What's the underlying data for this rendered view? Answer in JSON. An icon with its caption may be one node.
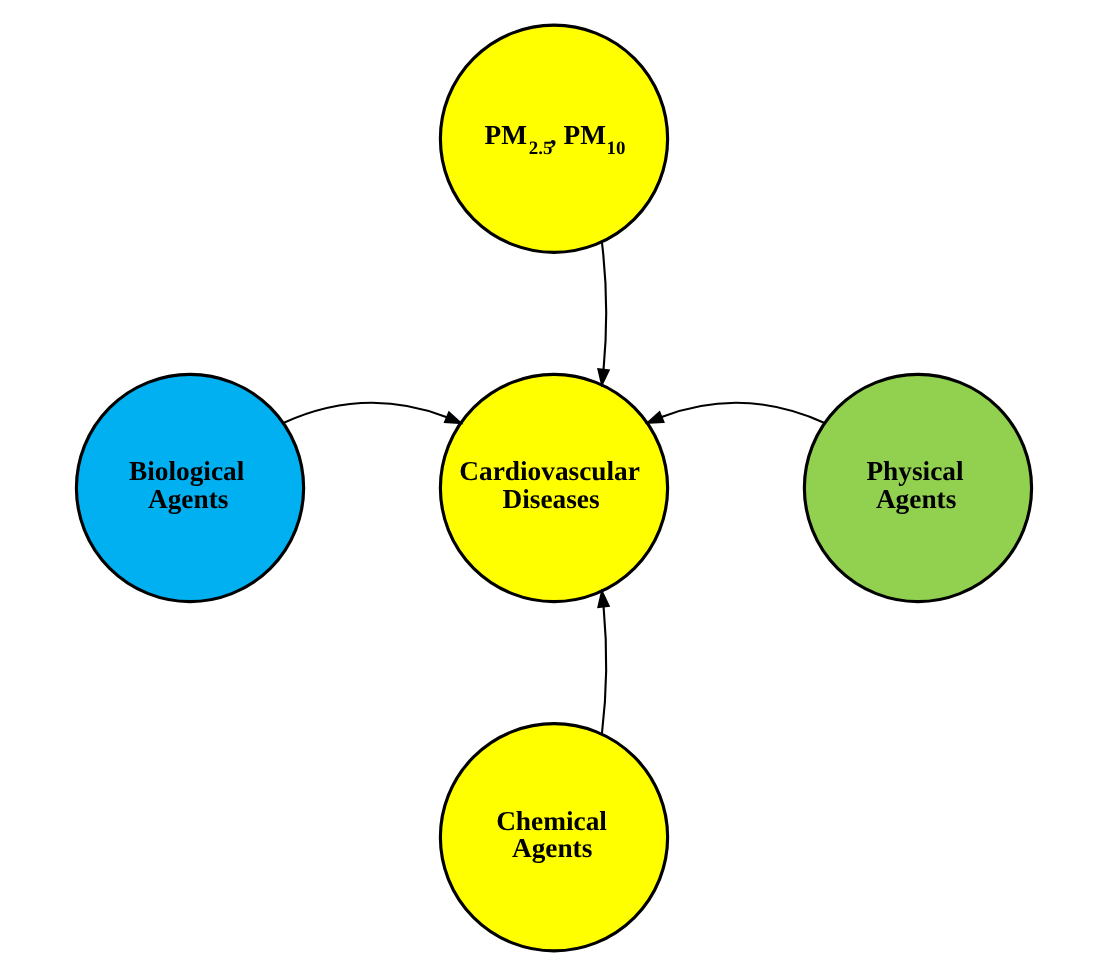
{
  "diagram": {
    "nodes": [
      {
        "text": [
          "PM$_{2.5}$, PM$_{10}$"
        ]
      },
      {
        "text": [
          "Biological Agents"
        ]
      },
      {
        "text": [
          "Cardiovascular Diseases"
        ]
      },
      {
        "text": [
          "Physical Agents"
        ]
      },
      {
        "text": [
          "Chemical Agents"
        ]
      }
    ],
    "edges": [
      {
        "from": 0,
        "to": 2,
        "arrow": "to"
      },
      {
        "from": 1,
        "to": 2,
        "arrow": "to"
      },
      {
        "from": 3,
        "to": 2,
        "arrow": "to"
      },
      {
        "from": 4,
        "to": 2,
        "arrow": "to"
      }
    ]
  }
}
